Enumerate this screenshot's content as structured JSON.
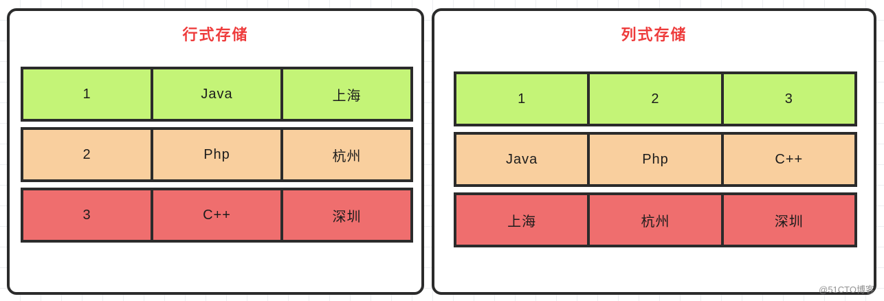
{
  "diagram": {
    "watermark": "@51CTO博客",
    "colors": {
      "row_green": "#c4f477",
      "row_orange": "#f9cf9e",
      "row_red": "#ef6e6e",
      "title_red": "#ee3c3c",
      "border_dark": "#2b2b2b",
      "grid_line": "#eceef1",
      "background": "#ffffff"
    },
    "panels": [
      {
        "id": "row-store",
        "title": "行式存储",
        "rows": [
          {
            "color": "green",
            "cells": [
              "1",
              "Java",
              "上海"
            ]
          },
          {
            "color": "orange",
            "cells": [
              "2",
              "Php",
              "杭州"
            ]
          },
          {
            "color": "red",
            "cells": [
              "3",
              "C++",
              "深圳"
            ]
          }
        ]
      },
      {
        "id": "column-store",
        "title": "列式存储",
        "rows": [
          {
            "color": "green",
            "cells": [
              "1",
              "2",
              "3"
            ]
          },
          {
            "color": "orange",
            "cells": [
              "Java",
              "Php",
              "C++"
            ]
          },
          {
            "color": "red",
            "cells": [
              "上海",
              "杭州",
              "深圳"
            ]
          }
        ]
      }
    ]
  }
}
